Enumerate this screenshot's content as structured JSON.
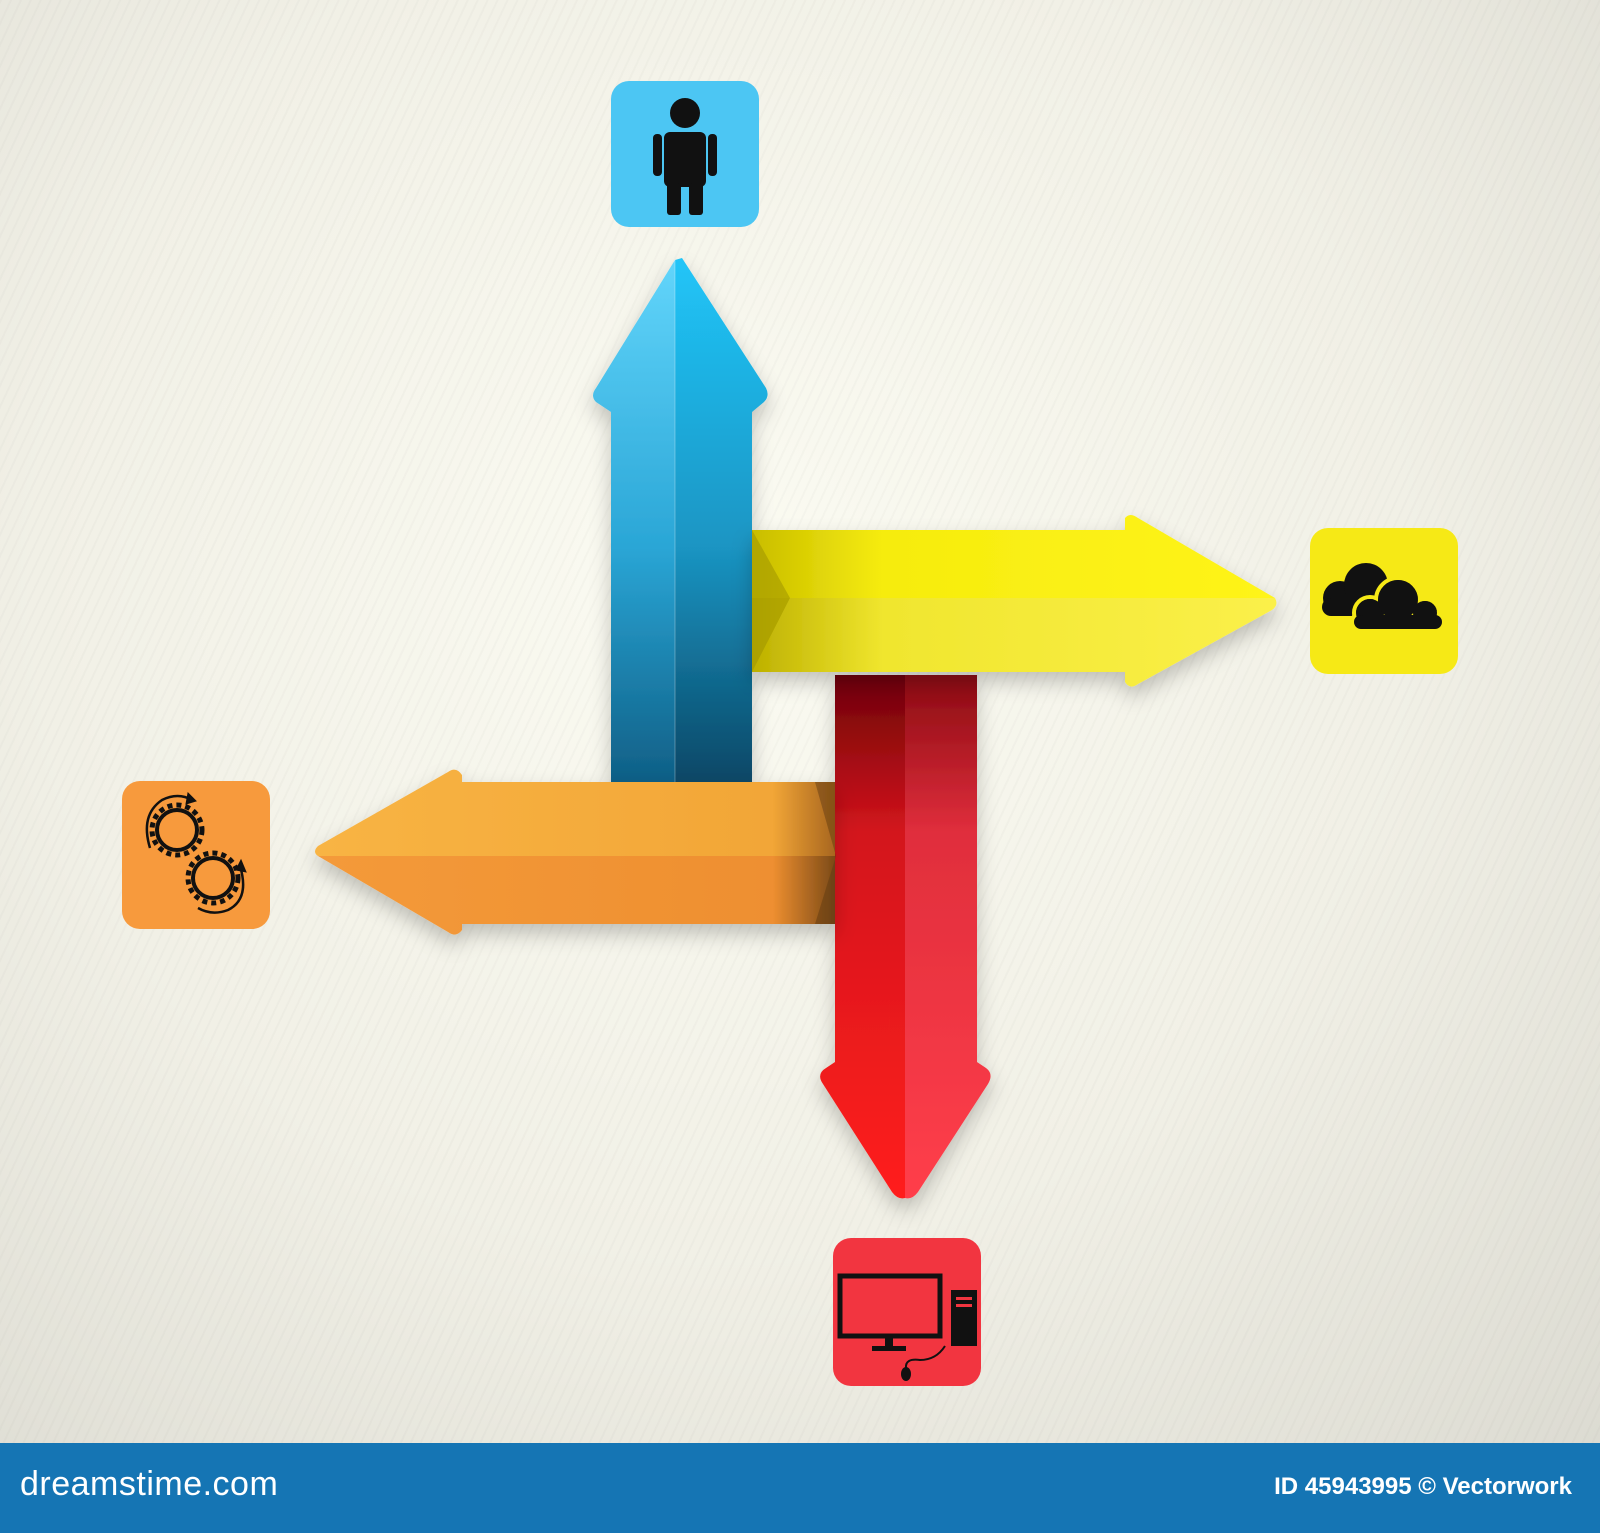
{
  "colors": {
    "blue": "#29c3f2",
    "yellow": "#f4ea19",
    "red": "#ee1c24",
    "orange": "#f7a43a",
    "footer": "#1575b4"
  },
  "arrows": [
    {
      "direction": "up",
      "color": "blue",
      "icon": "person-icon"
    },
    {
      "direction": "right",
      "color": "yellow",
      "icon": "cloud-icon"
    },
    {
      "direction": "down",
      "color": "red",
      "icon": "computer-icon"
    },
    {
      "direction": "left",
      "color": "orange",
      "icon": "gears-icon"
    }
  ],
  "footer": {
    "brand": "dreamstime.com",
    "credit": "ID 45943995 © Vectorwork"
  }
}
